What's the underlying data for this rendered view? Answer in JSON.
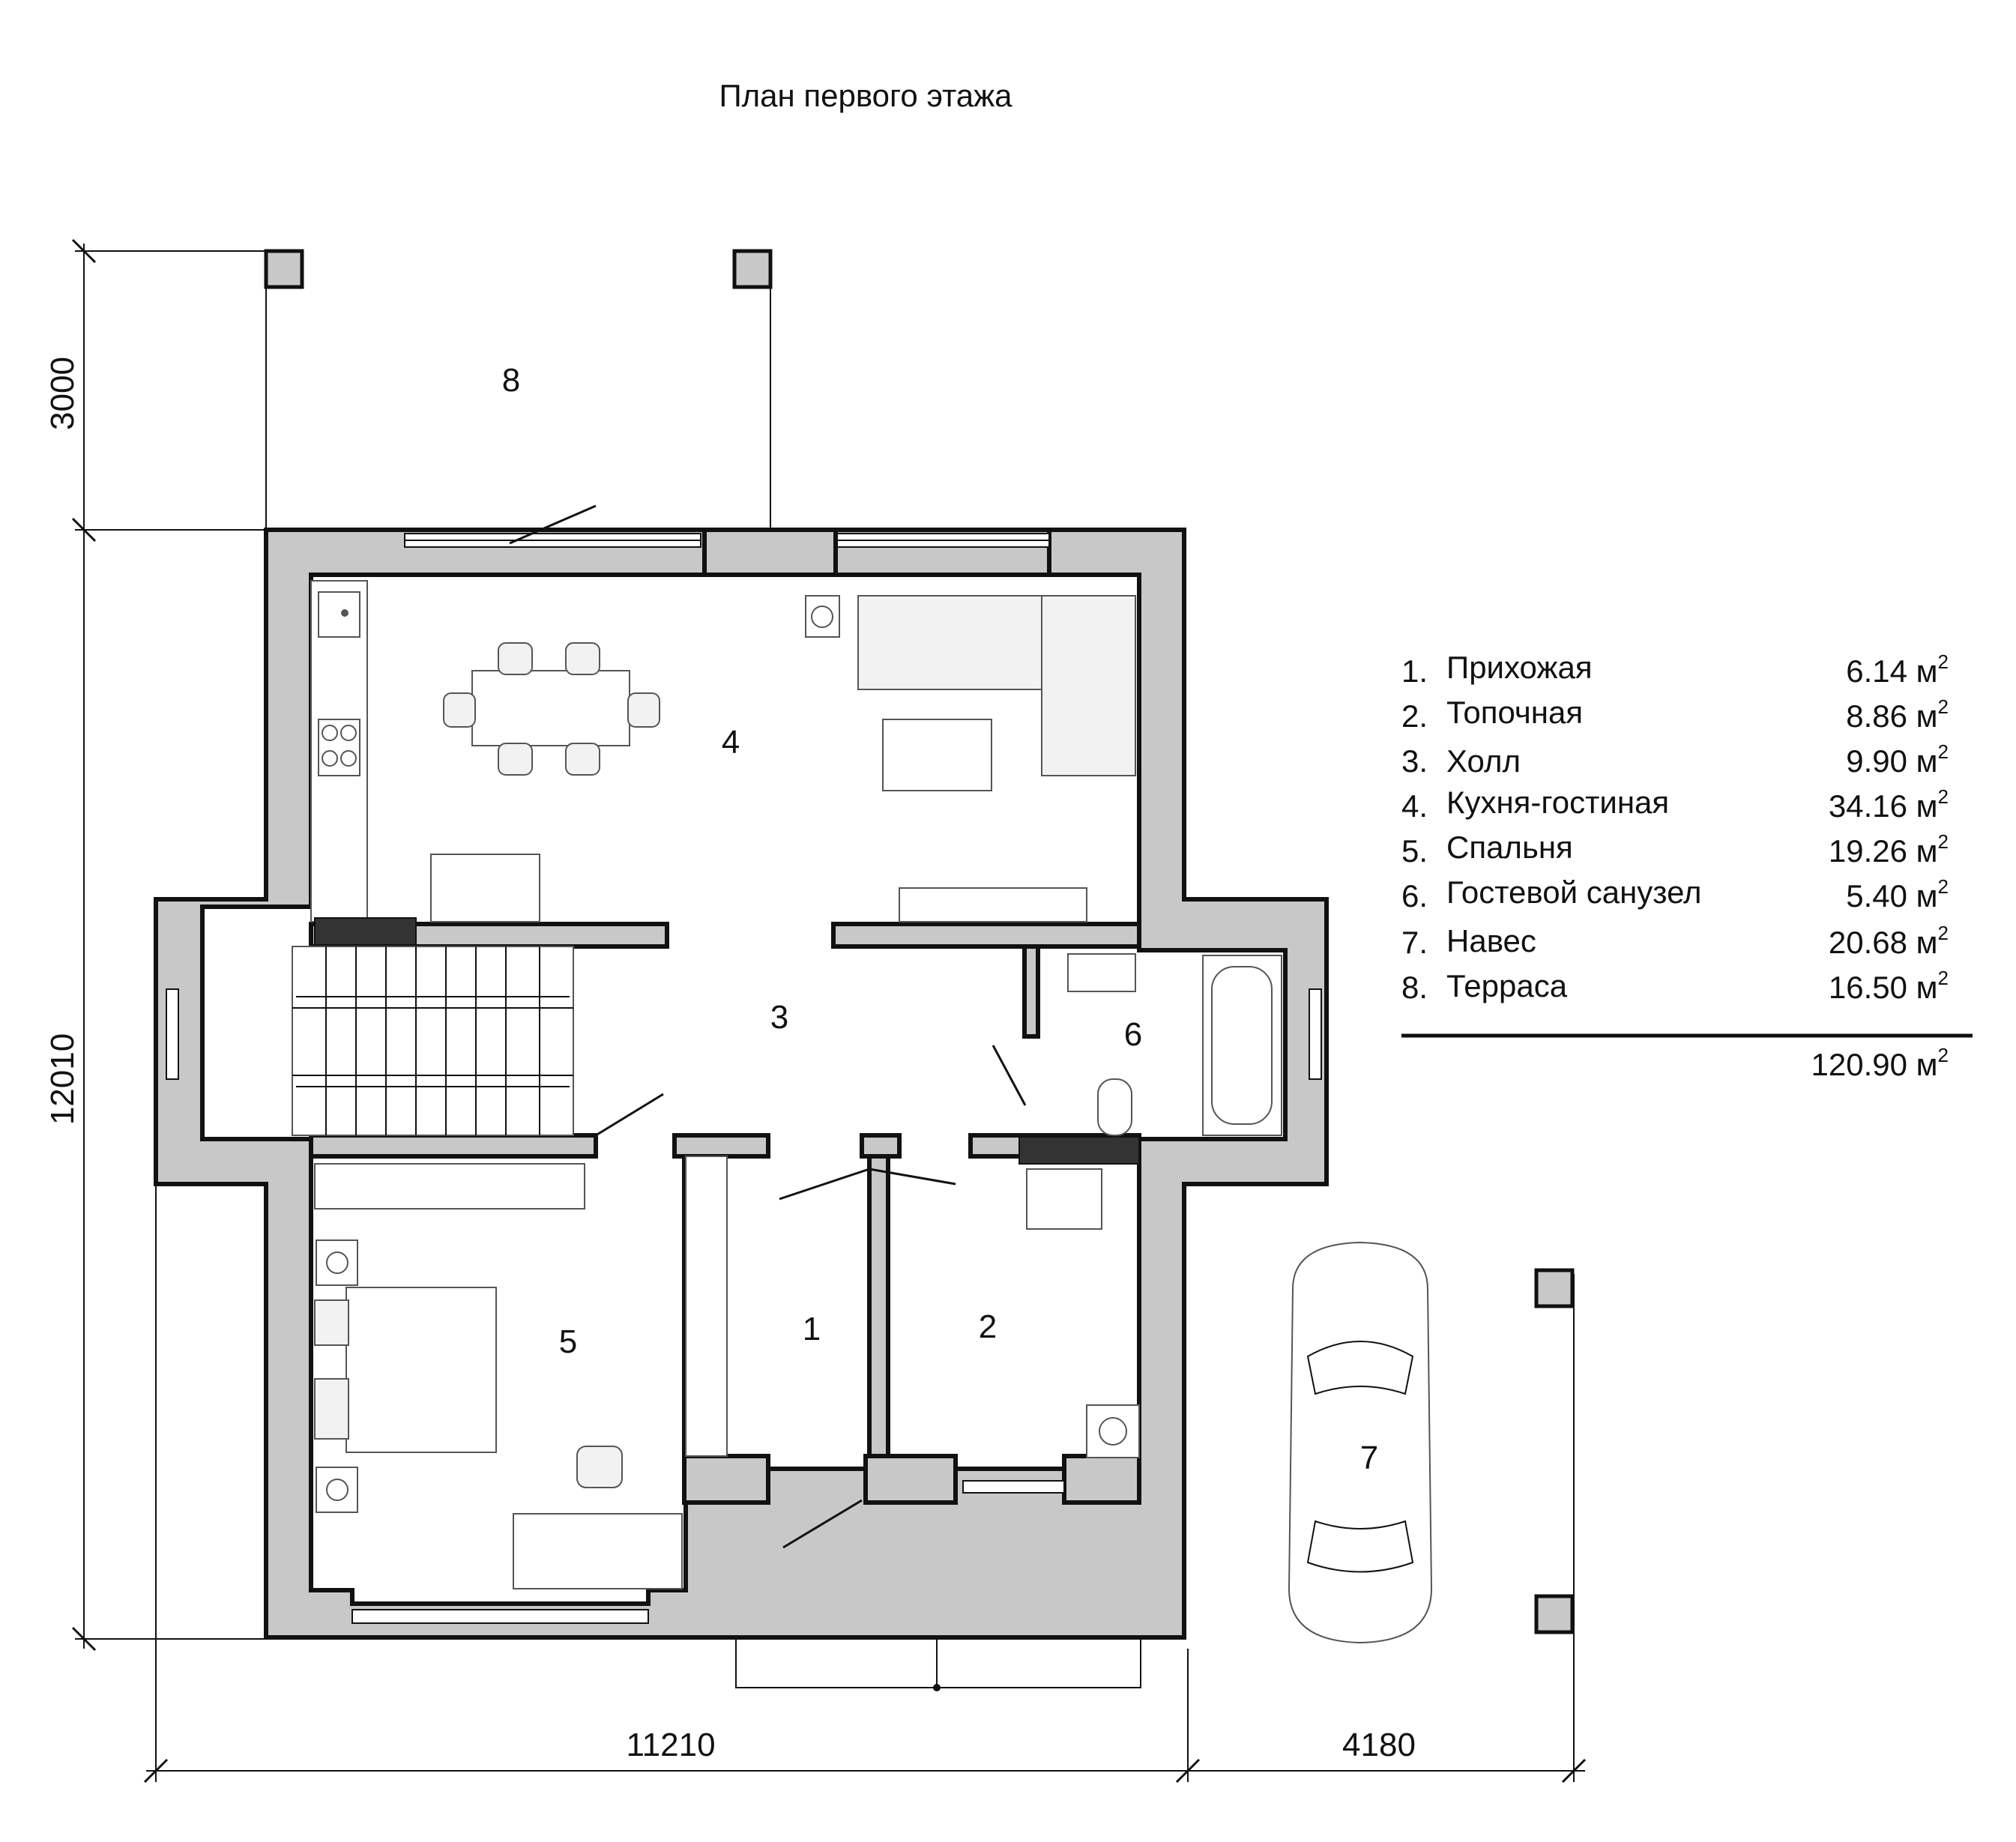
{
  "title": "План первого этажа",
  "dimensions": {
    "terrace_depth": "3000",
    "house_depth": "12010",
    "house_width": "11210",
    "canopy_width": "4180"
  },
  "rooms": [
    {
      "num": "1",
      "name": "Прихожая",
      "area": "6.14"
    },
    {
      "num": "2",
      "name": "Топочная",
      "area": "8.86"
    },
    {
      "num": "3",
      "name": "Холл",
      "area": "9.90"
    },
    {
      "num": "4",
      "name": "Кухня-гостиная",
      "area": "34.16"
    },
    {
      "num": "5",
      "name": "Спальня",
      "area": "19.26"
    },
    {
      "num": "6",
      "name": "Гостевой санузел",
      "area": "5.40"
    },
    {
      "num": "7",
      "name": "Навес",
      "area": "20.68"
    },
    {
      "num": "8",
      "name": "Терраса",
      "area": "16.50"
    }
  ],
  "legend": {
    "unit": "м",
    "unit_power": "2",
    "total": "120.90"
  }
}
